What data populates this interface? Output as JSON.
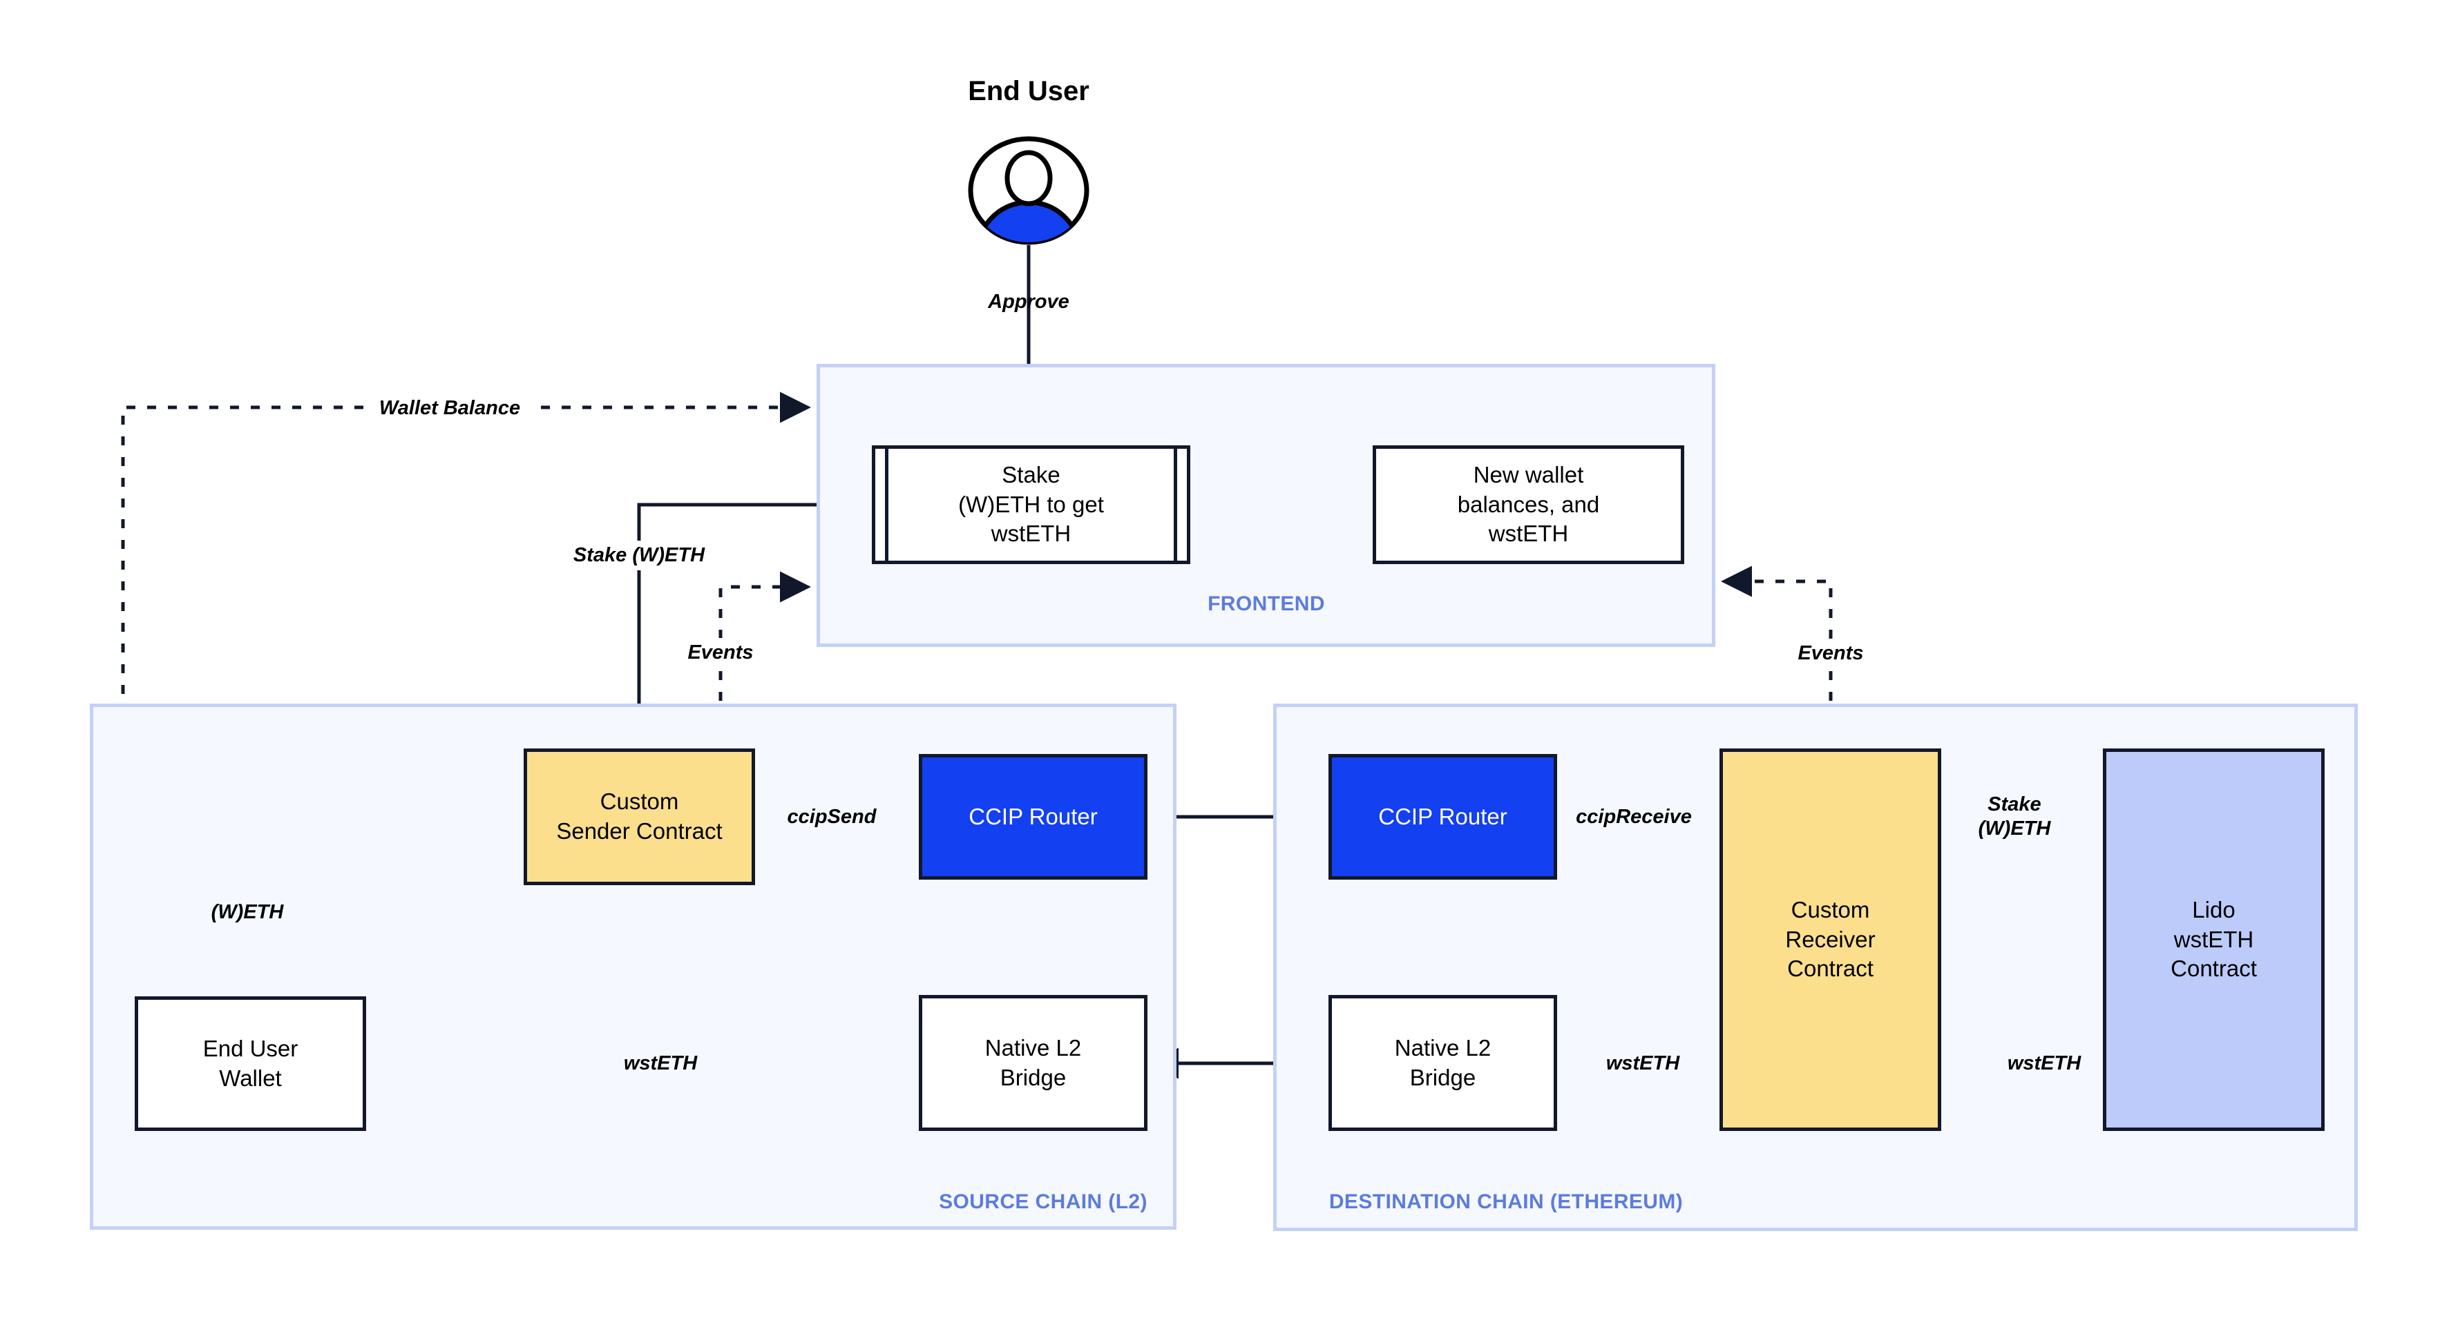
{
  "diagram": {
    "title": "CCIP Lido wstETH cross-chain staking architecture",
    "colors": {
      "panel_fill": "#F5F8FE",
      "panel_border": "#C3D1F8",
      "panel_label": "#5C7CDC",
      "node_border": "#12182B",
      "yellow": "#FCDF8D",
      "router_blue": "#1340F0",
      "lilac": "#BCCBF9",
      "actor_blue": "#1340F0",
      "white": "#FFFFFF"
    }
  },
  "actor": {
    "label": "End User",
    "icon": "user-actor-icon"
  },
  "panels": [
    {
      "id": "frontend",
      "label": "FRONTEND"
    },
    {
      "id": "source",
      "label": "SOURCE CHAIN (L2)"
    },
    {
      "id": "destination",
      "label": "DESTINATION CHAIN (ETHEREUM)"
    }
  ],
  "nodes": [
    {
      "id": "stake-form",
      "label": "Stake\n(W)ETH to get\nwstETH",
      "style": "process",
      "panel": "frontend"
    },
    {
      "id": "new-balances",
      "label": "New wallet\nbalances, and\nwstETH",
      "style": "plain",
      "panel": "frontend"
    },
    {
      "id": "sender-contract",
      "label": "Custom\nSender Contract",
      "style": "yellow",
      "panel": "source"
    },
    {
      "id": "router-source",
      "label": "CCIP Router",
      "style": "blue",
      "panel": "source"
    },
    {
      "id": "end-user-wallet",
      "label": "End User\nWallet",
      "style": "plain",
      "panel": "source"
    },
    {
      "id": "bridge-source",
      "label": "Native L2\nBridge",
      "style": "plain",
      "panel": "source"
    },
    {
      "id": "router-dest",
      "label": "CCIP Router",
      "style": "blue",
      "panel": "destination"
    },
    {
      "id": "receiver-contract",
      "label": "Custom\nReceiver\nContract",
      "style": "yellow",
      "panel": "destination"
    },
    {
      "id": "lido-contract",
      "label": "Lido\nwstETH\nContract",
      "style": "lilac",
      "panel": "destination"
    },
    {
      "id": "bridge-dest",
      "label": "Native L2\nBridge",
      "style": "plain",
      "panel": "destination"
    }
  ],
  "edges": [
    {
      "id": "approve",
      "label": "Approve",
      "from": "actor",
      "to": "stake-form",
      "line": "solid"
    },
    {
      "id": "wallet-balance",
      "label": "Wallet Balance",
      "from": "end-user-wallet",
      "to": "frontend",
      "line": "dashed"
    },
    {
      "id": "stake-weth",
      "label": "Stake (W)ETH",
      "from": "stake-form",
      "to": "sender-contract",
      "line": "solid"
    },
    {
      "id": "events-source",
      "label": "Events",
      "from": "sender-contract",
      "to": "frontend",
      "line": "dashed"
    },
    {
      "id": "new-bal",
      "label": "",
      "from": "stake-form",
      "to": "new-balances",
      "line": "dashed"
    },
    {
      "id": "weth",
      "label": "(W)ETH",
      "from": "end-user-wallet",
      "to": "sender-contract",
      "line": "dashed"
    },
    {
      "id": "ccip-send",
      "label": "ccipSend",
      "from": "sender-contract",
      "to": "router-source",
      "line": "solid"
    },
    {
      "id": "cross-chain",
      "label": "",
      "from": "router-source",
      "to": "router-dest",
      "line": "solid"
    },
    {
      "id": "ccip-receive",
      "label": "ccipReceive",
      "from": "router-dest",
      "to": "receiver-contract",
      "line": "solid"
    },
    {
      "id": "stake-weth-dest",
      "label": "Stake\n(W)ETH",
      "from": "receiver-contract",
      "to": "lido-contract",
      "line": "solid"
    },
    {
      "id": "wsteth-lido",
      "label": "wstETH",
      "from": "lido-contract",
      "to": "receiver-contract",
      "line": "solid"
    },
    {
      "id": "wsteth-bridge",
      "label": "wstETH",
      "from": "receiver-contract",
      "to": "bridge-dest",
      "line": "solid"
    },
    {
      "id": "bridge-cross",
      "label": "",
      "from": "bridge-dest",
      "to": "bridge-source",
      "line": "solid"
    },
    {
      "id": "wsteth-wallet",
      "label": "wstETH",
      "from": "bridge-source",
      "to": "end-user-wallet",
      "line": "dashed"
    },
    {
      "id": "events-dest",
      "label": "Events",
      "from": "receiver-contract",
      "to": "frontend",
      "line": "dashed"
    }
  ]
}
